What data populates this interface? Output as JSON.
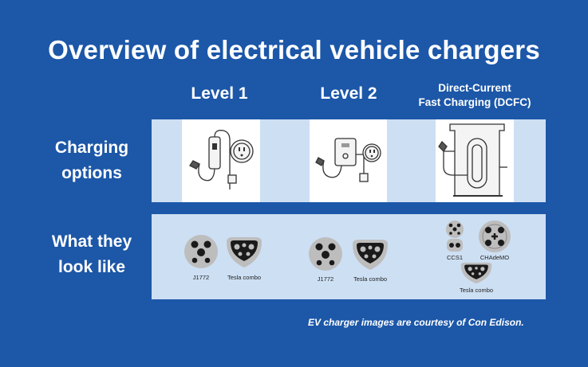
{
  "title": "Overview of electrical vehicle chargers",
  "columns": {
    "level1": "Level 1",
    "level2": "Level 2",
    "dcfc_line1": "Direct-Current",
    "dcfc_line2": "Fast Charging (DCFC)"
  },
  "rows": {
    "charging_line1": "Charging",
    "charging_line2": "options",
    "look_line1": "What they",
    "look_line2": "look like"
  },
  "connectors": {
    "j1772": "J1772",
    "tesla": "Tesla combo",
    "ccs1": "CCS1",
    "chademo": "CHAdeMO"
  },
  "credit": "EV charger images are courtesy of Con Edison.",
  "colors": {
    "background": "#1c57a8",
    "band": "#cddff3",
    "plug_fill": "#bdbdbd",
    "plug_dark": "#1a1a1a"
  }
}
